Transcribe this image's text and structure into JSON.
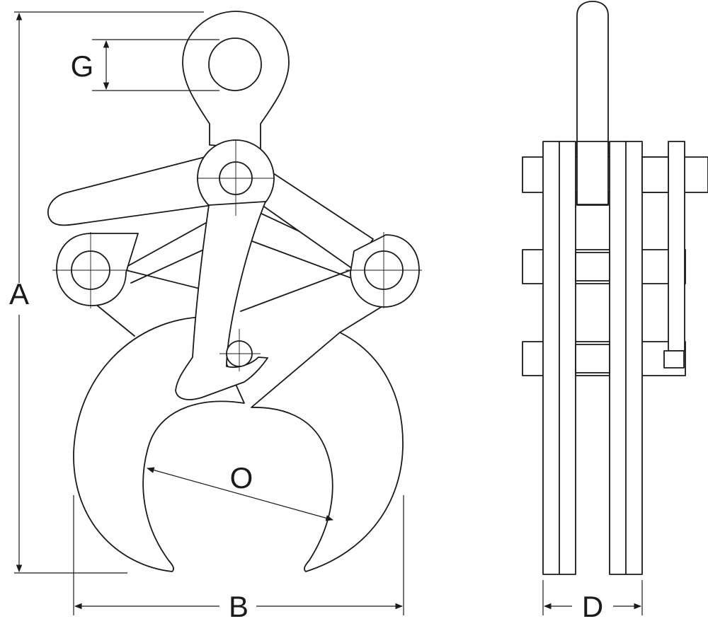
{
  "diagram": {
    "labels": {
      "a": "A",
      "b": "B",
      "d": "D",
      "g": "G",
      "o": "O"
    },
    "colors": {
      "line": "#1a1a1a",
      "background": "#ffffff"
    }
  }
}
